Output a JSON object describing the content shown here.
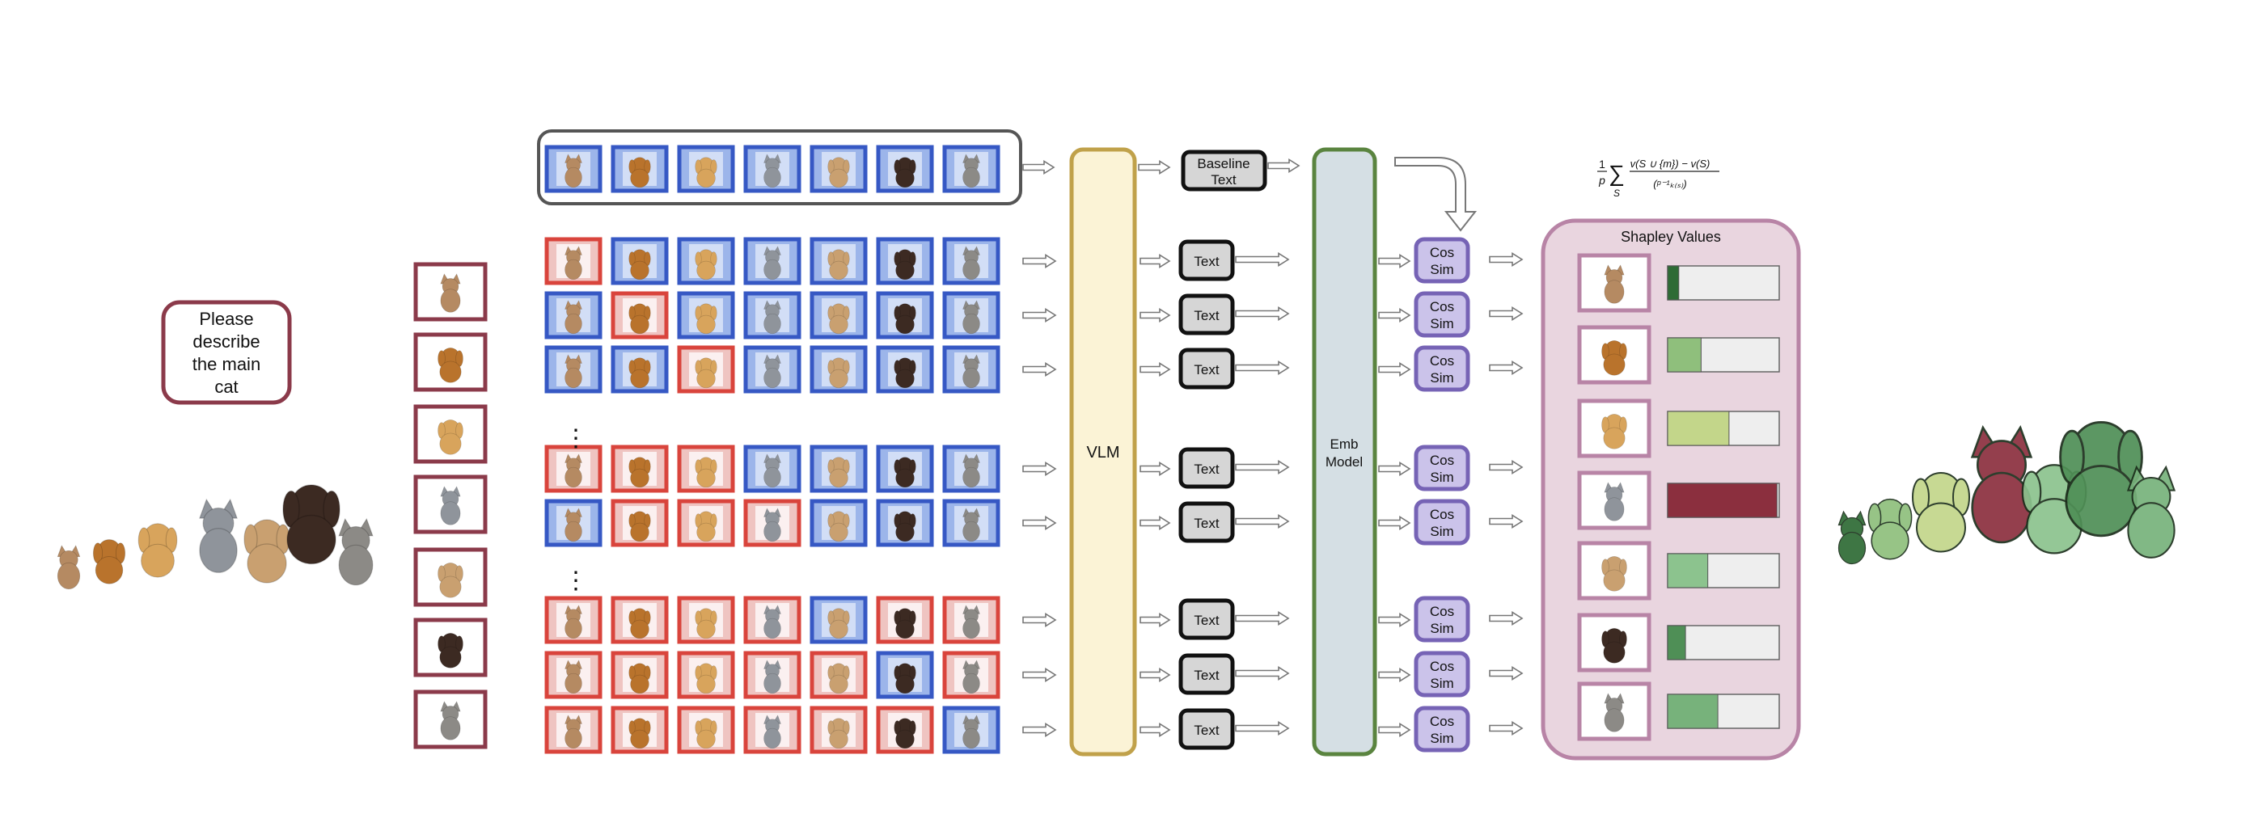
{
  "prompt": {
    "lines": [
      "Please",
      "describe",
      "the main",
      "cat"
    ]
  },
  "animals": [
    {
      "kind": "cat",
      "fur": "#b58a62",
      "name": "kitten-tabby"
    },
    {
      "kind": "dog",
      "fur": "#b9732c",
      "name": "pomeranian"
    },
    {
      "kind": "dog",
      "fur": "#d8a45c",
      "name": "corgi"
    },
    {
      "kind": "cat",
      "fur": "#8f949b",
      "name": "grey-cat"
    },
    {
      "kind": "dog",
      "fur": "#c9a070",
      "name": "bulldog"
    },
    {
      "kind": "dog",
      "fur": "#3c2a22",
      "name": "dark-dog"
    },
    {
      "kind": "cat",
      "fur": "#8c8a86",
      "name": "tabby-cat"
    }
  ],
  "masks": [
    [
      1,
      1,
      1,
      1,
      1,
      1,
      1
    ],
    [
      0,
      1,
      1,
      1,
      1,
      1,
      1
    ],
    [
      1,
      0,
      1,
      1,
      1,
      1,
      1
    ],
    [
      1,
      1,
      0,
      1,
      1,
      1,
      1
    ],
    [
      0,
      0,
      0,
      1,
      1,
      1,
      1
    ],
    [
      1,
      0,
      0,
      0,
      1,
      1,
      1
    ],
    [
      0,
      0,
      0,
      0,
      1,
      0,
      0
    ],
    [
      0,
      0,
      0,
      0,
      0,
      1,
      0
    ],
    [
      0,
      0,
      0,
      0,
      0,
      0,
      1
    ]
  ],
  "ellipsis": "⋮",
  "vlm_label": "VLM",
  "emb_label": [
    "Emb",
    "Model"
  ],
  "baseline_label": [
    "Baseline",
    "Text"
  ],
  "text_label": "Text",
  "cos_sim_label": [
    "Cos",
    "Sim"
  ],
  "formula": {
    "frac_left_num": "1",
    "frac_left_den": "p",
    "sum_symbol": "∑",
    "sum_index": "S",
    "numerator": "v(S ∪ {m}) − v(S)",
    "denominator": "(ᵖ⁻¹ₖ₍ₛ₎)"
  },
  "shapley": {
    "title": "Shapley Values",
    "values": [
      0.1,
      0.3,
      0.55,
      0.98,
      0.36,
      0.16,
      0.45
    ],
    "colors": [
      "#2e6b35",
      "#8fbf7c",
      "#c3d68a",
      "#8b2f3e",
      "#8cc38e",
      "#4f8f56",
      "#77b27b"
    ]
  },
  "colors": {
    "included_border": "#3658c4",
    "included_fill": "#9cb5ea",
    "masked_border": "#d9443c",
    "masked_fill": "#efc4c1",
    "prompt_border": "#8b3a4a",
    "vlm_border": "#c0a14a",
    "vlm_fill": "#fbf3d6",
    "emb_border": "#5a843f",
    "emb_fill": "#d5dfe4",
    "cos_border": "#7663b5",
    "cos_fill": "#cbc3ea",
    "shapley_border": "#b884a6",
    "shapley_fill": "#e9d5df"
  }
}
